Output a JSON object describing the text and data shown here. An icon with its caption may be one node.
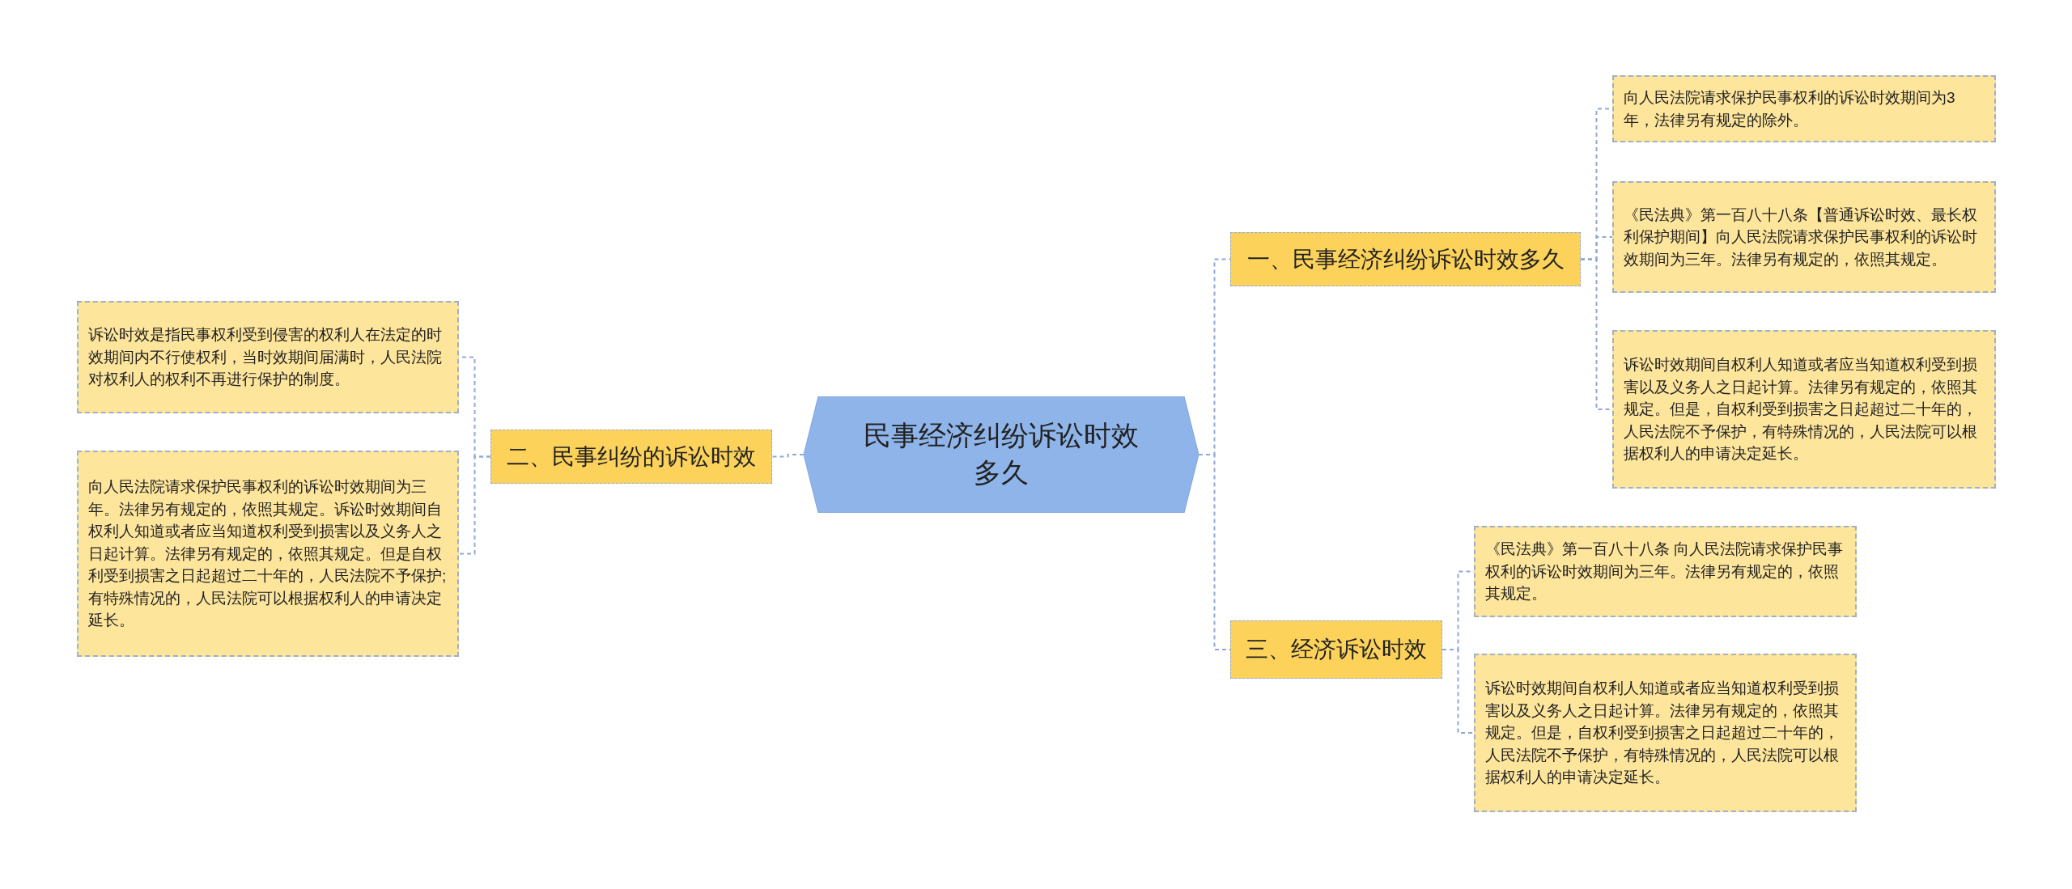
{
  "diagram": {
    "nodes": [
      {
        "text": [
          "民事经济纠纷诉讼时效多久"
        ]
      },
      {
        "text": [
          "一、民事经济纠纷诉讼时效多久"
        ]
      },
      {
        "text": [
          "向人民法院请求保护民事权利的诉讼时效期间为3年，法律另有规定的除外。"
        ]
      },
      {
        "text": [
          "《民法典》第一百八十八条【普通诉讼时效、最长权利保护期间】向人民法院请求保护民事权利的诉讼时效期间为三年。法律另有规定的，依照其规定。"
        ]
      },
      {
        "text": [
          "诉讼时效期间自权利人知道或者应当知道权利受到损害以及义务人之日起计算。法律另有规定的，依照其规定。但是，自权利受到损害之日起超过二十年的，人民法院不予保护，有特殊情况的，人民法院可以根据权利人的申请决定延长。"
        ]
      },
      {
        "text": [
          "二、民事纠纷的诉讼时效"
        ]
      },
      {
        "text": [
          "诉讼时效是指民事权利受到侵害的权利人在法定的时效期间内不行使权利，当时效期间届满时，人民法院对权利人的权利不再进行保护的制度。"
        ]
      },
      {
        "text": [
          "向人民法院请求保护民事权利的诉讼时效期间为三年。法律另有规定的，依照其规定。诉讼时效期间自权利人知道或者应当知道权利受到损害以及义务人之日起计算。法律另有规定的，依照其规定。但是自权利受到损害之日起超过二十年的，人民法院不予保护;有特殊情况的，人民法院可以根据权利人的申请决定延长。"
        ]
      },
      {
        "text": [
          "三、经济诉讼时效"
        ]
      },
      {
        "text": [
          "《民法典》第一百八十八条 向人民法院请求保护民事权利的诉讼时效期间为三年。法律另有规定的，依照其规定。"
        ]
      },
      {
        "text": [
          "诉讼时效期间自权利人知道或者应当知道权利受到损害以及义务人之日起计算。法律另有规定的，依照其规定。但是，自权利受到损害之日起超过二十年的，人民法院不予保护，有特殊情况的，人民法院可以根据权利人的申请决定延长。"
        ]
      }
    ],
    "edges": [
      {
        "from": 0,
        "to": 1,
        "arrow": "none"
      },
      {
        "from": 1,
        "to": 2,
        "arrow": "none"
      },
      {
        "from": 1,
        "to": 3,
        "arrow": "none"
      },
      {
        "from": 1,
        "to": 4,
        "arrow": "none"
      },
      {
        "from": 0,
        "to": 5,
        "arrow": "none"
      },
      {
        "from": 5,
        "to": 6,
        "arrow": "none"
      },
      {
        "from": 5,
        "to": 7,
        "arrow": "none"
      },
      {
        "from": 0,
        "to": 8,
        "arrow": "none"
      },
      {
        "from": 8,
        "to": 9,
        "arrow": "none"
      },
      {
        "from": 8,
        "to": 10,
        "arrow": "none"
      }
    ]
  }
}
